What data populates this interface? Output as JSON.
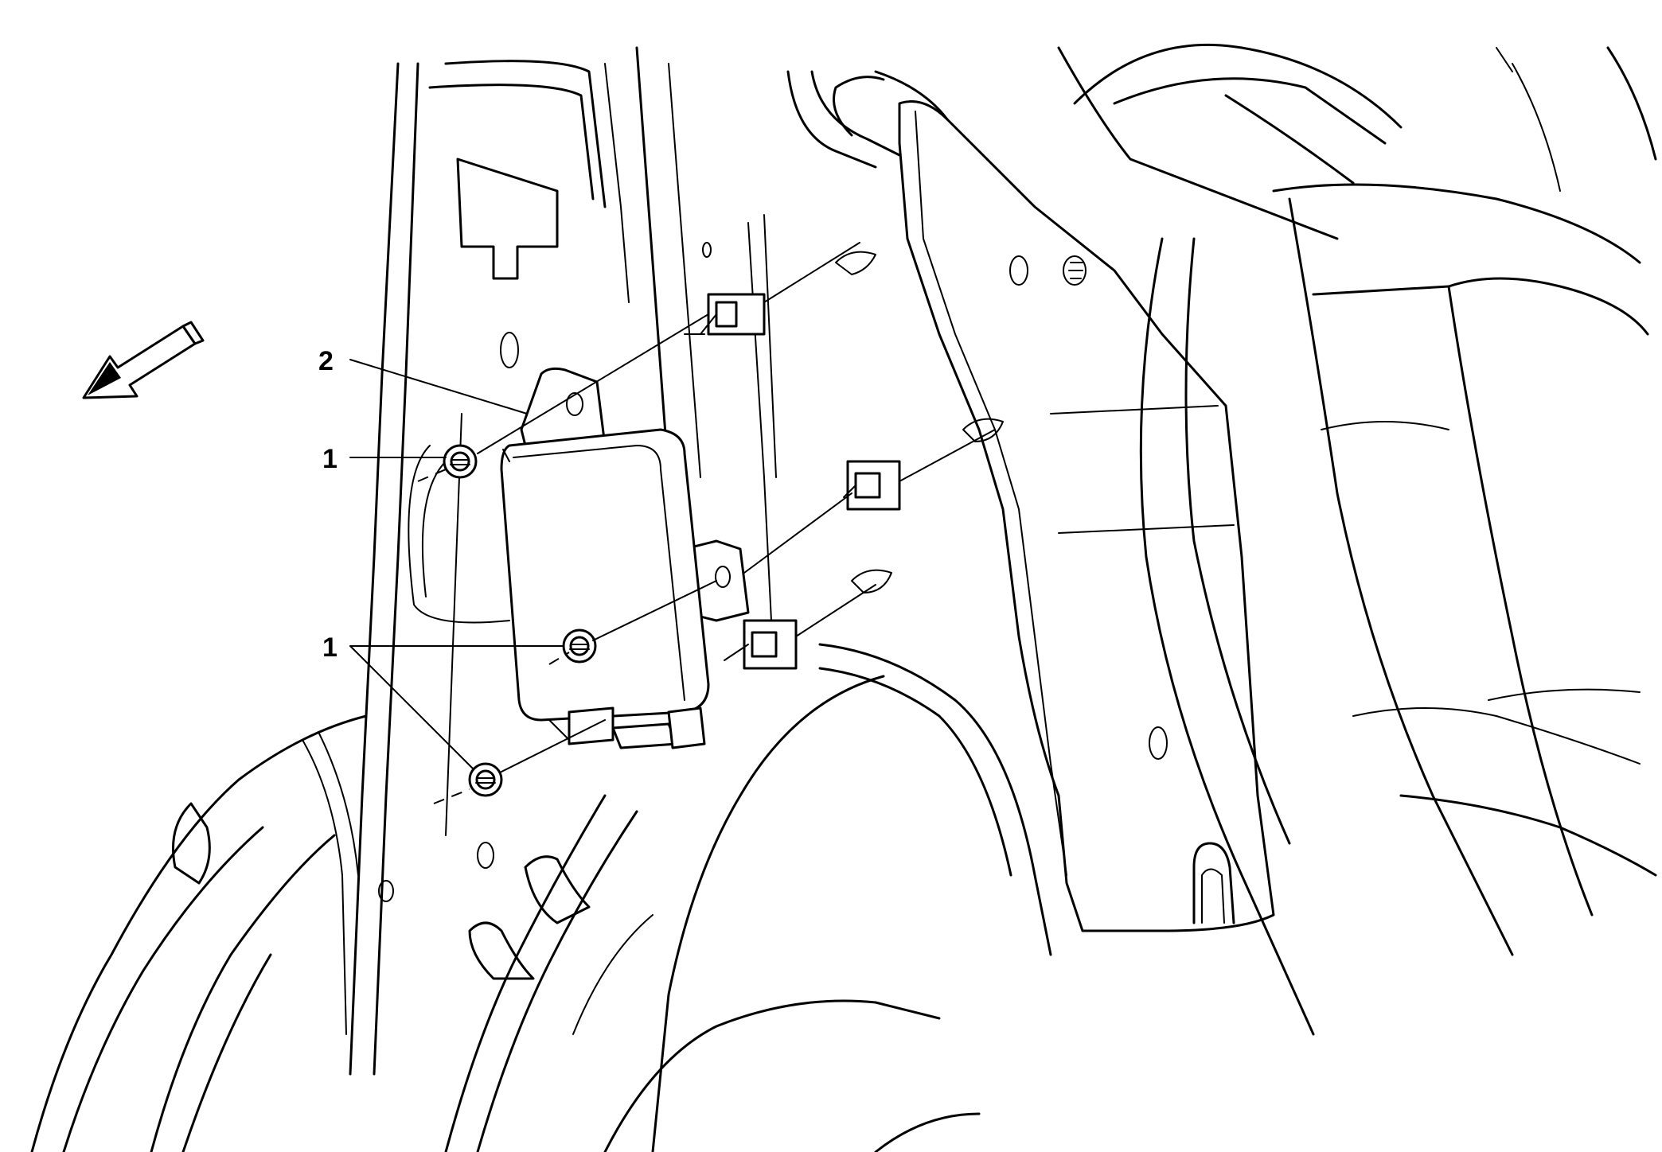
{
  "callouts": {
    "nut_top": "1",
    "nut_group": "1",
    "module": "2"
  }
}
